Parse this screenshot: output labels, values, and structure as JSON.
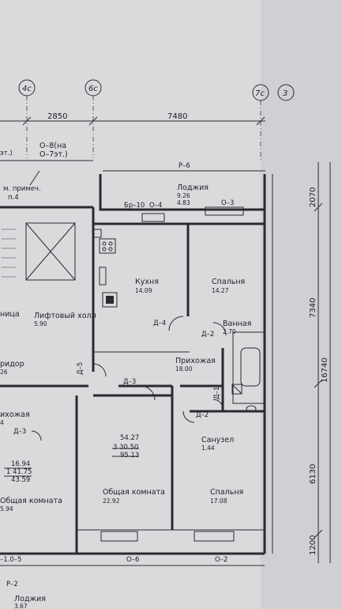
{
  "axes": [
    {
      "id": "axis-4",
      "label": "4с"
    },
    {
      "id": "axis-6",
      "label": "6с"
    },
    {
      "id": "axis-7",
      "label": "7с"
    },
    {
      "id": "axis-3",
      "label": "3"
    }
  ],
  "dimensions": {
    "top_left": "2850",
    "top_right": "7480",
    "right_1": "2070",
    "right_2": "7340",
    "right_total": "16740",
    "right_3": "6130",
    "right_4": "1200"
  },
  "notes": {
    "o8_line1": "О–8(на",
    "o8_line2": "О–7эт.)",
    "etc": "эт.)",
    "primech": "м. примеч.",
    "p4": "п.4"
  },
  "tags": {
    "r6": "Р–6",
    "br10": "Бр–10",
    "o4": "О–4",
    "o3": "О–3",
    "d4": "Д–4",
    "d2_top": "Д–2",
    "d5": "Д–5",
    "d3_mid": "Д–3",
    "d3_left": "Д–3",
    "d1": "Д–1",
    "d2_bottom": "Д–2",
    "o6": "О–6",
    "o2": "О–2",
    "o5": "–1.0–5",
    "r2": "Р–2"
  },
  "rooms": {
    "loggia_top": {
      "name": "Лоджия",
      "area1": "9.26",
      "area2": "4.83"
    },
    "kitchen": {
      "name": "Кухня",
      "area": "14.09"
    },
    "bedroom_top": {
      "name": "Спальня",
      "area": "14.27"
    },
    "lift_hall": {
      "name": "Лифтовый холл",
      "area": "5.90"
    },
    "stair": {
      "name": "ница"
    },
    "bath": {
      "name": "Ванная",
      "area": "2.70"
    },
    "hall": {
      "name": "Прихожая",
      "area": "18.00"
    },
    "corridor": {
      "name": "ридор",
      "area": "26"
    },
    "hall_left": {
      "name": "ихожая",
      "area": "4"
    },
    "toilet": {
      "name": "Санузел",
      "area": "1.44"
    },
    "living": {
      "name": "Общая комната",
      "area": "22.92"
    },
    "bedroom_bottom": {
      "name": "Спальня",
      "area": "17.08"
    },
    "living_left": {
      "name": "Общая комната",
      "area": "5.94"
    },
    "loggia_bottom": {
      "name": "Лоджия",
      "area": "3.67"
    }
  },
  "apartment": {
    "total": "54.27",
    "living": "3 30.50",
    "gross": "95.13"
  },
  "apartment_left": {
    "total": "16.94",
    "living": "1 41.75",
    "gross": "43.59"
  }
}
